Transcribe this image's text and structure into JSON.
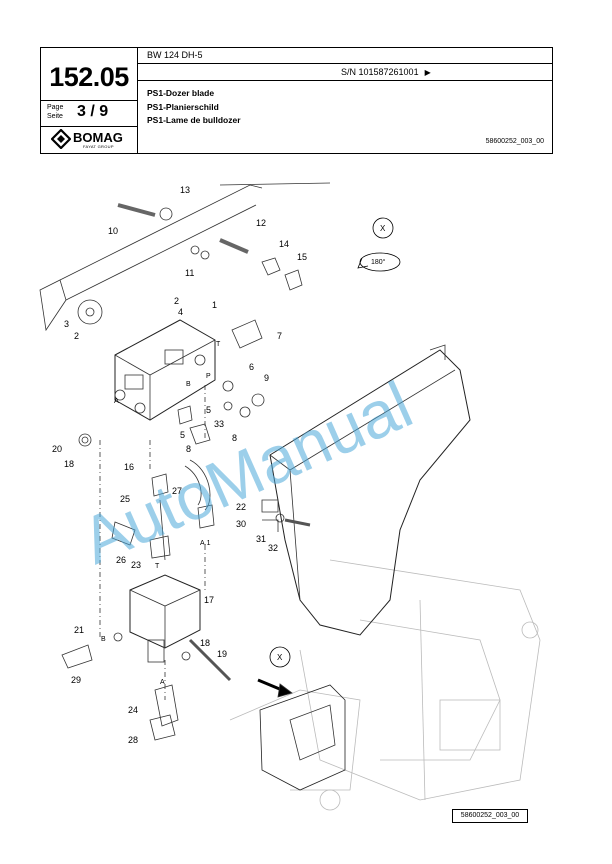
{
  "header": {
    "model": "BW 124 DH-5",
    "serial": "S/N 101587261001",
    "page_number": "152.05",
    "page_label_1": "Page",
    "page_label_2": "Seite",
    "page_of": "3 / 9",
    "brand": "BOMAG",
    "brand_sub": "FAYAT GROUP",
    "titles": [
      "PS1-Dozer blade",
      "PS1-Planierschild",
      "PS1-Lame de bulldozer"
    ],
    "doc_id": "58600252_003_00"
  },
  "drawing": {
    "view_label": "X",
    "rotation": "180°",
    "port_labels": [
      "T",
      "P",
      "B",
      "A",
      "A",
      "T",
      "B",
      "A",
      "A.1"
    ],
    "callouts": [
      "1",
      "2",
      "3",
      "2",
      "4",
      "5",
      "5",
      "6",
      "7",
      "8",
      "8",
      "9",
      "10",
      "11",
      "12",
      "13",
      "14",
      "15",
      "16",
      "17",
      "18",
      "18",
      "19",
      "20",
      "21",
      "22",
      "23",
      "24",
      "25",
      "26",
      "27",
      "28",
      "29",
      "30",
      "31",
      "32",
      "33"
    ]
  },
  "watermark": "AutoManual",
  "footer": {
    "drawing_id": "58600252_003_00"
  }
}
